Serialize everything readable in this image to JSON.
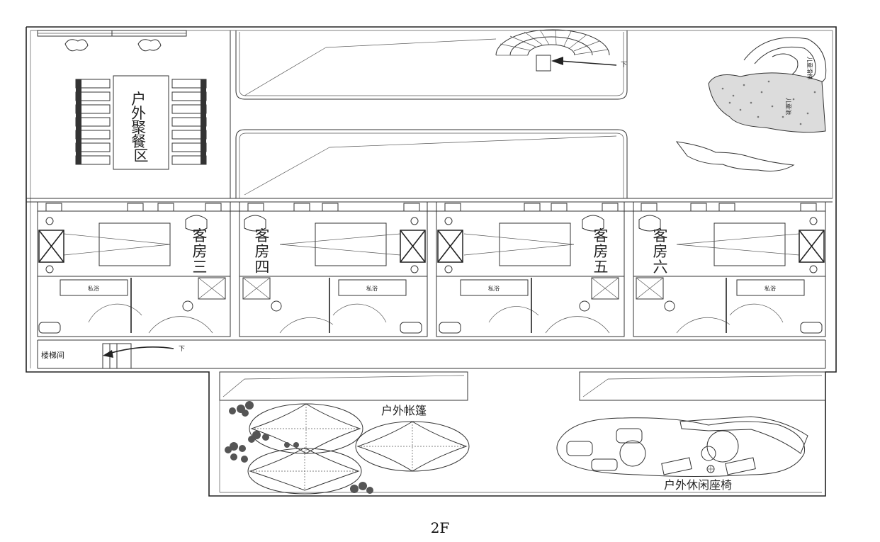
{
  "floor_label": "2F",
  "labels": {
    "dining_area": "户外聚餐区",
    "stairwell": "楼梯间",
    "tent": "户外帐篷",
    "lounge": "户外休闲座椅",
    "kids_slide": "儿童滑梯",
    "kids_pool": "儿童池",
    "down_marker": "下"
  },
  "rooms": [
    {
      "name": "客房三",
      "toilet_label": "私浴"
    },
    {
      "name": "客房四",
      "toilet_label": "私浴"
    },
    {
      "name": "客房五",
      "toilet_label": "私浴"
    },
    {
      "name": "客房六",
      "toilet_label": "私浴"
    }
  ]
}
